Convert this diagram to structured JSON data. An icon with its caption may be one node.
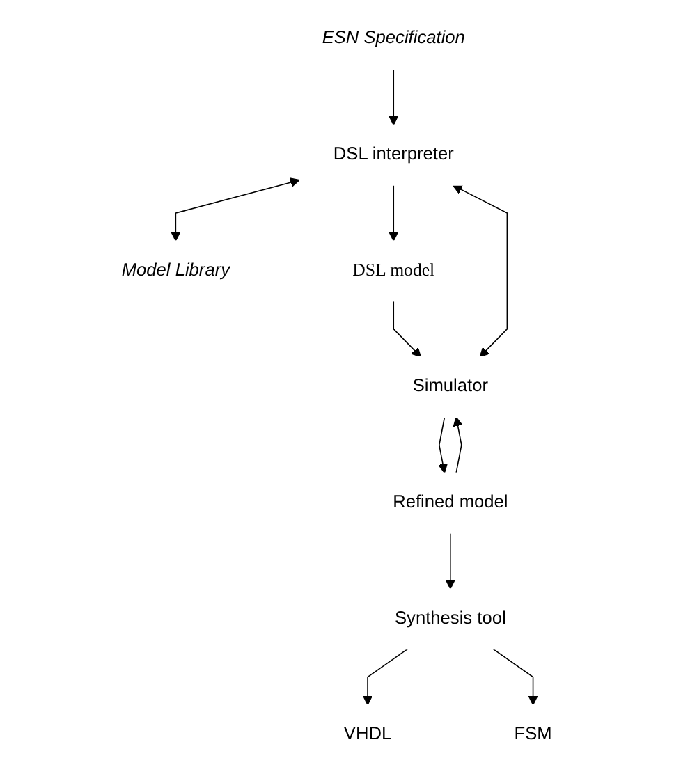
{
  "diagram": {
    "nodes": [
      {
        "text": [
          "ESN Specification"
        ]
      },
      {
        "text": [
          "DSL interpreter"
        ]
      },
      {
        "text": [
          "Model Library"
        ]
      },
      {
        "text": [
          "DSL model"
        ]
      },
      {
        "text": [
          "Simulator"
        ]
      },
      {
        "text": [
          "Refined model"
        ]
      },
      {
        "text": [
          "Synthesis tool"
        ]
      },
      {
        "text": [
          "VHDL"
        ]
      },
      {
        "text": [
          "FSM"
        ]
      }
    ],
    "edges": [
      {
        "from": 0,
        "to": 1,
        "arrow": "to"
      },
      {
        "from": 1,
        "to": 2,
        "arrow": "both"
      },
      {
        "from": 1,
        "to": 3,
        "arrow": "to"
      },
      {
        "from": 3,
        "to": 4,
        "arrow": "to"
      },
      {
        "from": 1,
        "to": 4,
        "arrow": "both"
      },
      {
        "from": 4,
        "to": 5,
        "arrow": "to"
      },
      {
        "from": 5,
        "to": 4,
        "arrow": "to"
      },
      {
        "from": 5,
        "to": 6,
        "arrow": "to"
      },
      {
        "from": 6,
        "to": 7,
        "arrow": "to"
      },
      {
        "from": 6,
        "to": 8,
        "arrow": "to"
      }
    ]
  }
}
